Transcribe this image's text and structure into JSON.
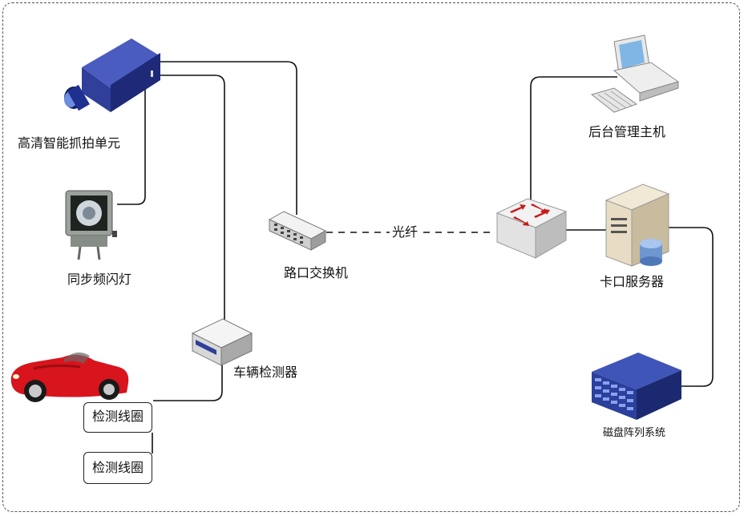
{
  "nodes": {
    "hd_camera": "高清智能抓拍单元",
    "flash_lamp": "同步频闪灯",
    "switch": "路口交换机",
    "fiber": "光纤",
    "vehicle_detector": "车辆检测器",
    "loop1": "检测线圈",
    "loop2": "检测线圈",
    "admin_host": "后台管理主机",
    "checkpoint_server": "卡口服务器",
    "disk_array": "磁盘阵列系统"
  },
  "colors": {
    "camera_body": "#2f3f9a",
    "car_red": "#d8141c",
    "switch_arrow": "#c61b1b",
    "server_beige": "#e8ddc4",
    "array_blue": "#2b3f9c"
  },
  "icons": [
    "camera-icon",
    "flash-lamp-icon",
    "switch-icon",
    "vehicle-detector-icon",
    "car-icon",
    "computer-icon",
    "router-icon",
    "server-icon",
    "disk-array-icon"
  ]
}
